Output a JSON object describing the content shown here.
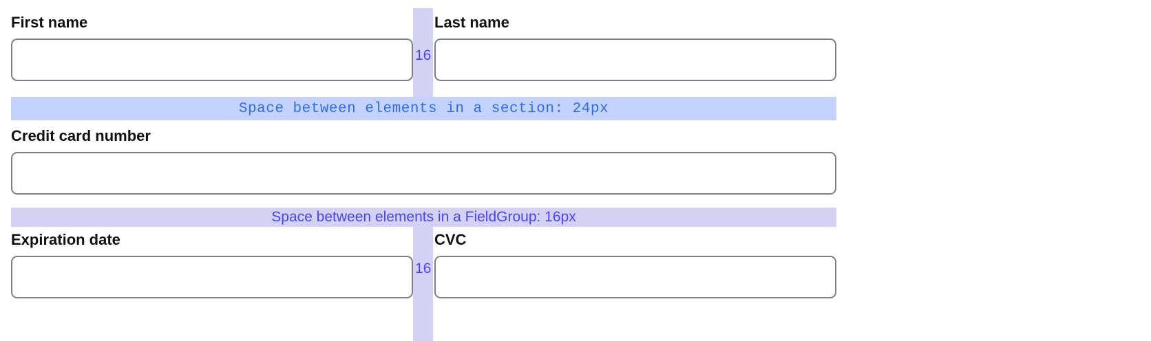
{
  "spacing_annotations": {
    "section_band": {
      "text": "Space between elements in a section: 24px",
      "value": "24px",
      "color": "#c3d3fd",
      "text_color": "#2f6bf3"
    },
    "fieldgroup_band": {
      "text": "Space between elements in a FieldGroup: 16px",
      "value": "16px",
      "color": "#d3d2f5",
      "text_color": "#4b44f6"
    },
    "column_gap_top": {
      "label": "16",
      "color": "#d3d2f5",
      "text_color": "#4b44f6"
    },
    "column_gap_bottom": {
      "label": "16",
      "color": "#d3d2f5",
      "text_color": "#4b44f6"
    }
  },
  "form": {
    "rows": [
      {
        "fields": [
          {
            "label": "First name",
            "value": "",
            "placeholder": ""
          },
          {
            "label": "Last name",
            "value": "",
            "placeholder": ""
          }
        ]
      },
      {
        "fields": [
          {
            "label": "Credit card number",
            "value": "",
            "placeholder": ""
          }
        ]
      },
      {
        "fields": [
          {
            "label": "Expiration date",
            "value": "",
            "placeholder": ""
          },
          {
            "label": "CVC",
            "value": "",
            "placeholder": ""
          }
        ]
      }
    ]
  },
  "theme": {
    "input_border": "#7b7f8c",
    "label_color": "#111111",
    "background": "#ffffff"
  }
}
